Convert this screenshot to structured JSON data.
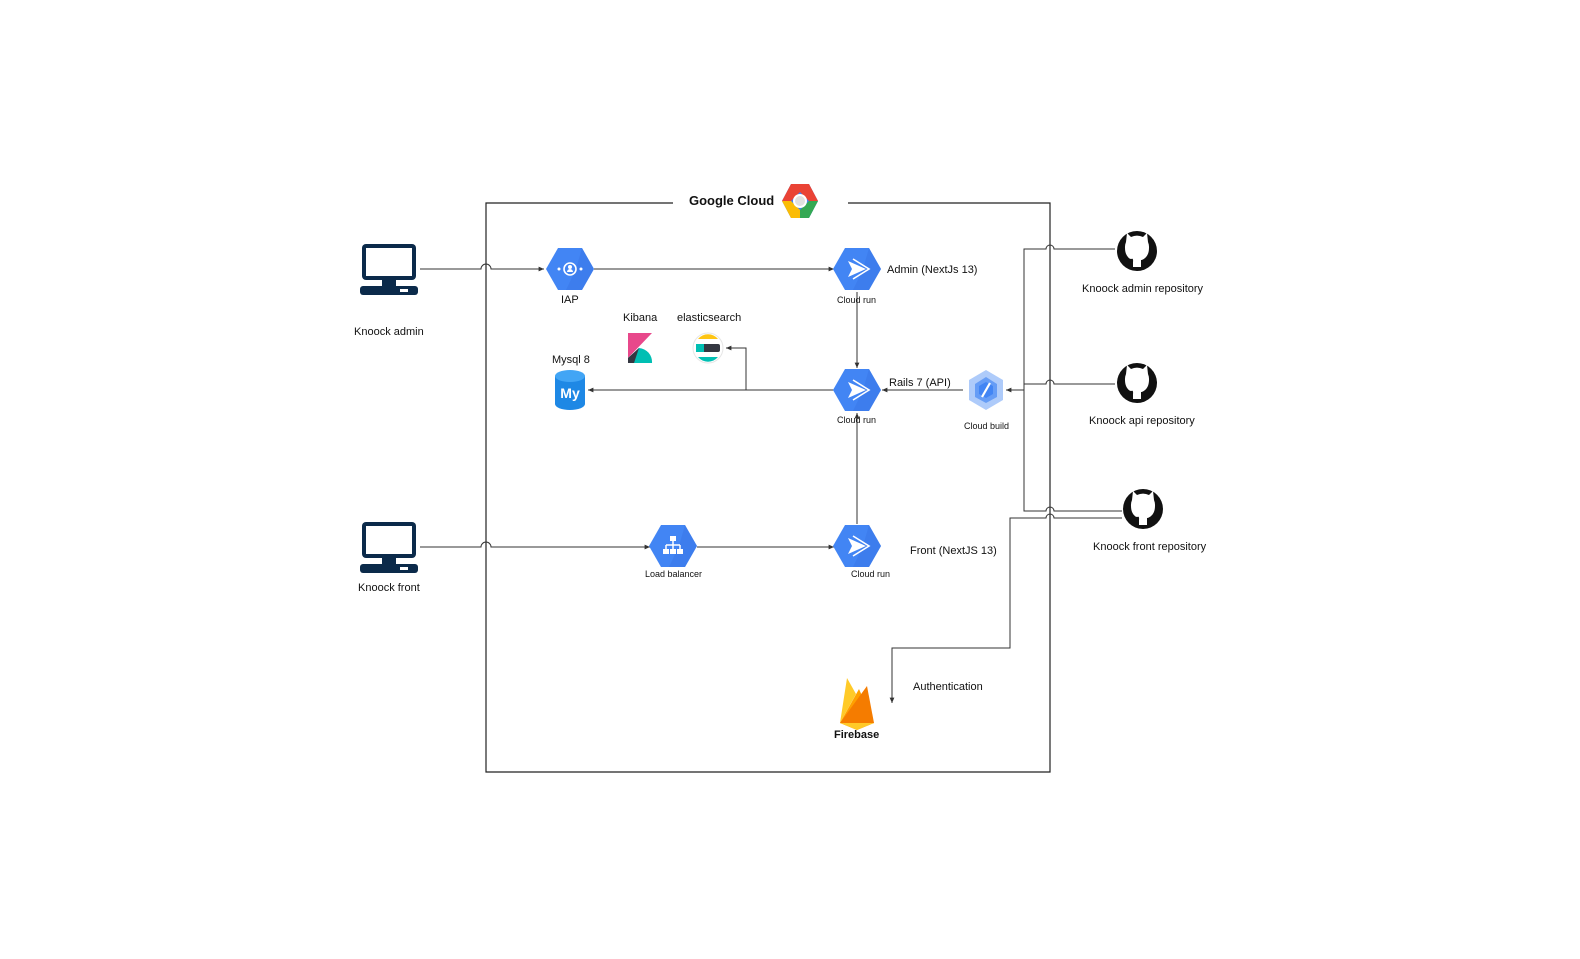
{
  "frame": {
    "title": "Google Cloud"
  },
  "clients": {
    "admin": {
      "label": "Knoock admin"
    },
    "front": {
      "label": "Knoock front"
    }
  },
  "services": {
    "iap": {
      "label": "IAP"
    },
    "admin_run": {
      "label": "Cloud run",
      "desc": "Admin (NextJs 13)"
    },
    "api_run": {
      "label": "Cloud run",
      "desc": "Rails 7 (API)"
    },
    "front_run": {
      "label": "Cloud run",
      "desc": "Front (NextJS 13)"
    },
    "load_balancer": {
      "label": "Load balancer"
    },
    "cloud_build": {
      "label": "Cloud build"
    },
    "mysql": {
      "label": "Mysql 8",
      "logo_text": "My"
    },
    "kibana": {
      "label": "Kibana"
    },
    "elasticsearch": {
      "label": "elasticsearch"
    },
    "firebase": {
      "label": "Firebase",
      "desc": "Authentication"
    }
  },
  "repositories": {
    "admin": {
      "label": "Knoock admin repository"
    },
    "api": {
      "label": "Knoock api repository"
    },
    "front": {
      "label": "Knoock front repository"
    }
  },
  "colors": {
    "gcp_blue": "#4285f4",
    "navy": "#0b2a4a",
    "mysql_blue": "#1e88e5",
    "firebase_yellow": "#ffca28",
    "firebase_orange": "#f57c00",
    "kibana_pink": "#e8488b",
    "kibana_teal": "#00bfb3",
    "line": "#333333"
  },
  "icons": {
    "computer": "monitor-icon",
    "iap": "iap-icon",
    "cloud_run": "cloud-run-icon",
    "load_balancer": "load-balancer-icon",
    "cloud_build": "cloud-build-icon",
    "github": "github-icon",
    "gcp": "google-cloud-logo",
    "mysql": "mysql-icon",
    "kibana": "kibana-icon",
    "elasticsearch": "elasticsearch-icon",
    "firebase": "firebase-icon"
  }
}
